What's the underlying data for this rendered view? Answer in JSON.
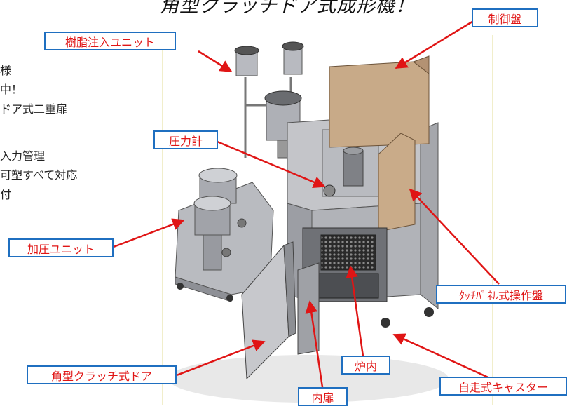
{
  "title": "角型クラッチドア式成形機！",
  "specs": [
    "様",
    "中！",
    "ドア式二重扉",
    "入力管理",
    "可塑すべて対応",
    "付"
  ],
  "labels": {
    "control_panel": "制御盤",
    "resin_injection_unit": "樹脂注入ユニット",
    "pressure_gauge": "圧力計",
    "pressurizing_unit": "加圧ユニット",
    "touch_panel": "ﾀｯﾁﾊﾟﾈﾙ式操作盤",
    "furnace_inside": "炉内",
    "square_clutch_door": "角型クラッチ式ドア",
    "inner_door": "内扉",
    "caster": "自走式キャスター"
  },
  "colors": {
    "callout_border": "#1f6fc0",
    "callout_text": "#e01515",
    "arrow": "#e01515"
  }
}
